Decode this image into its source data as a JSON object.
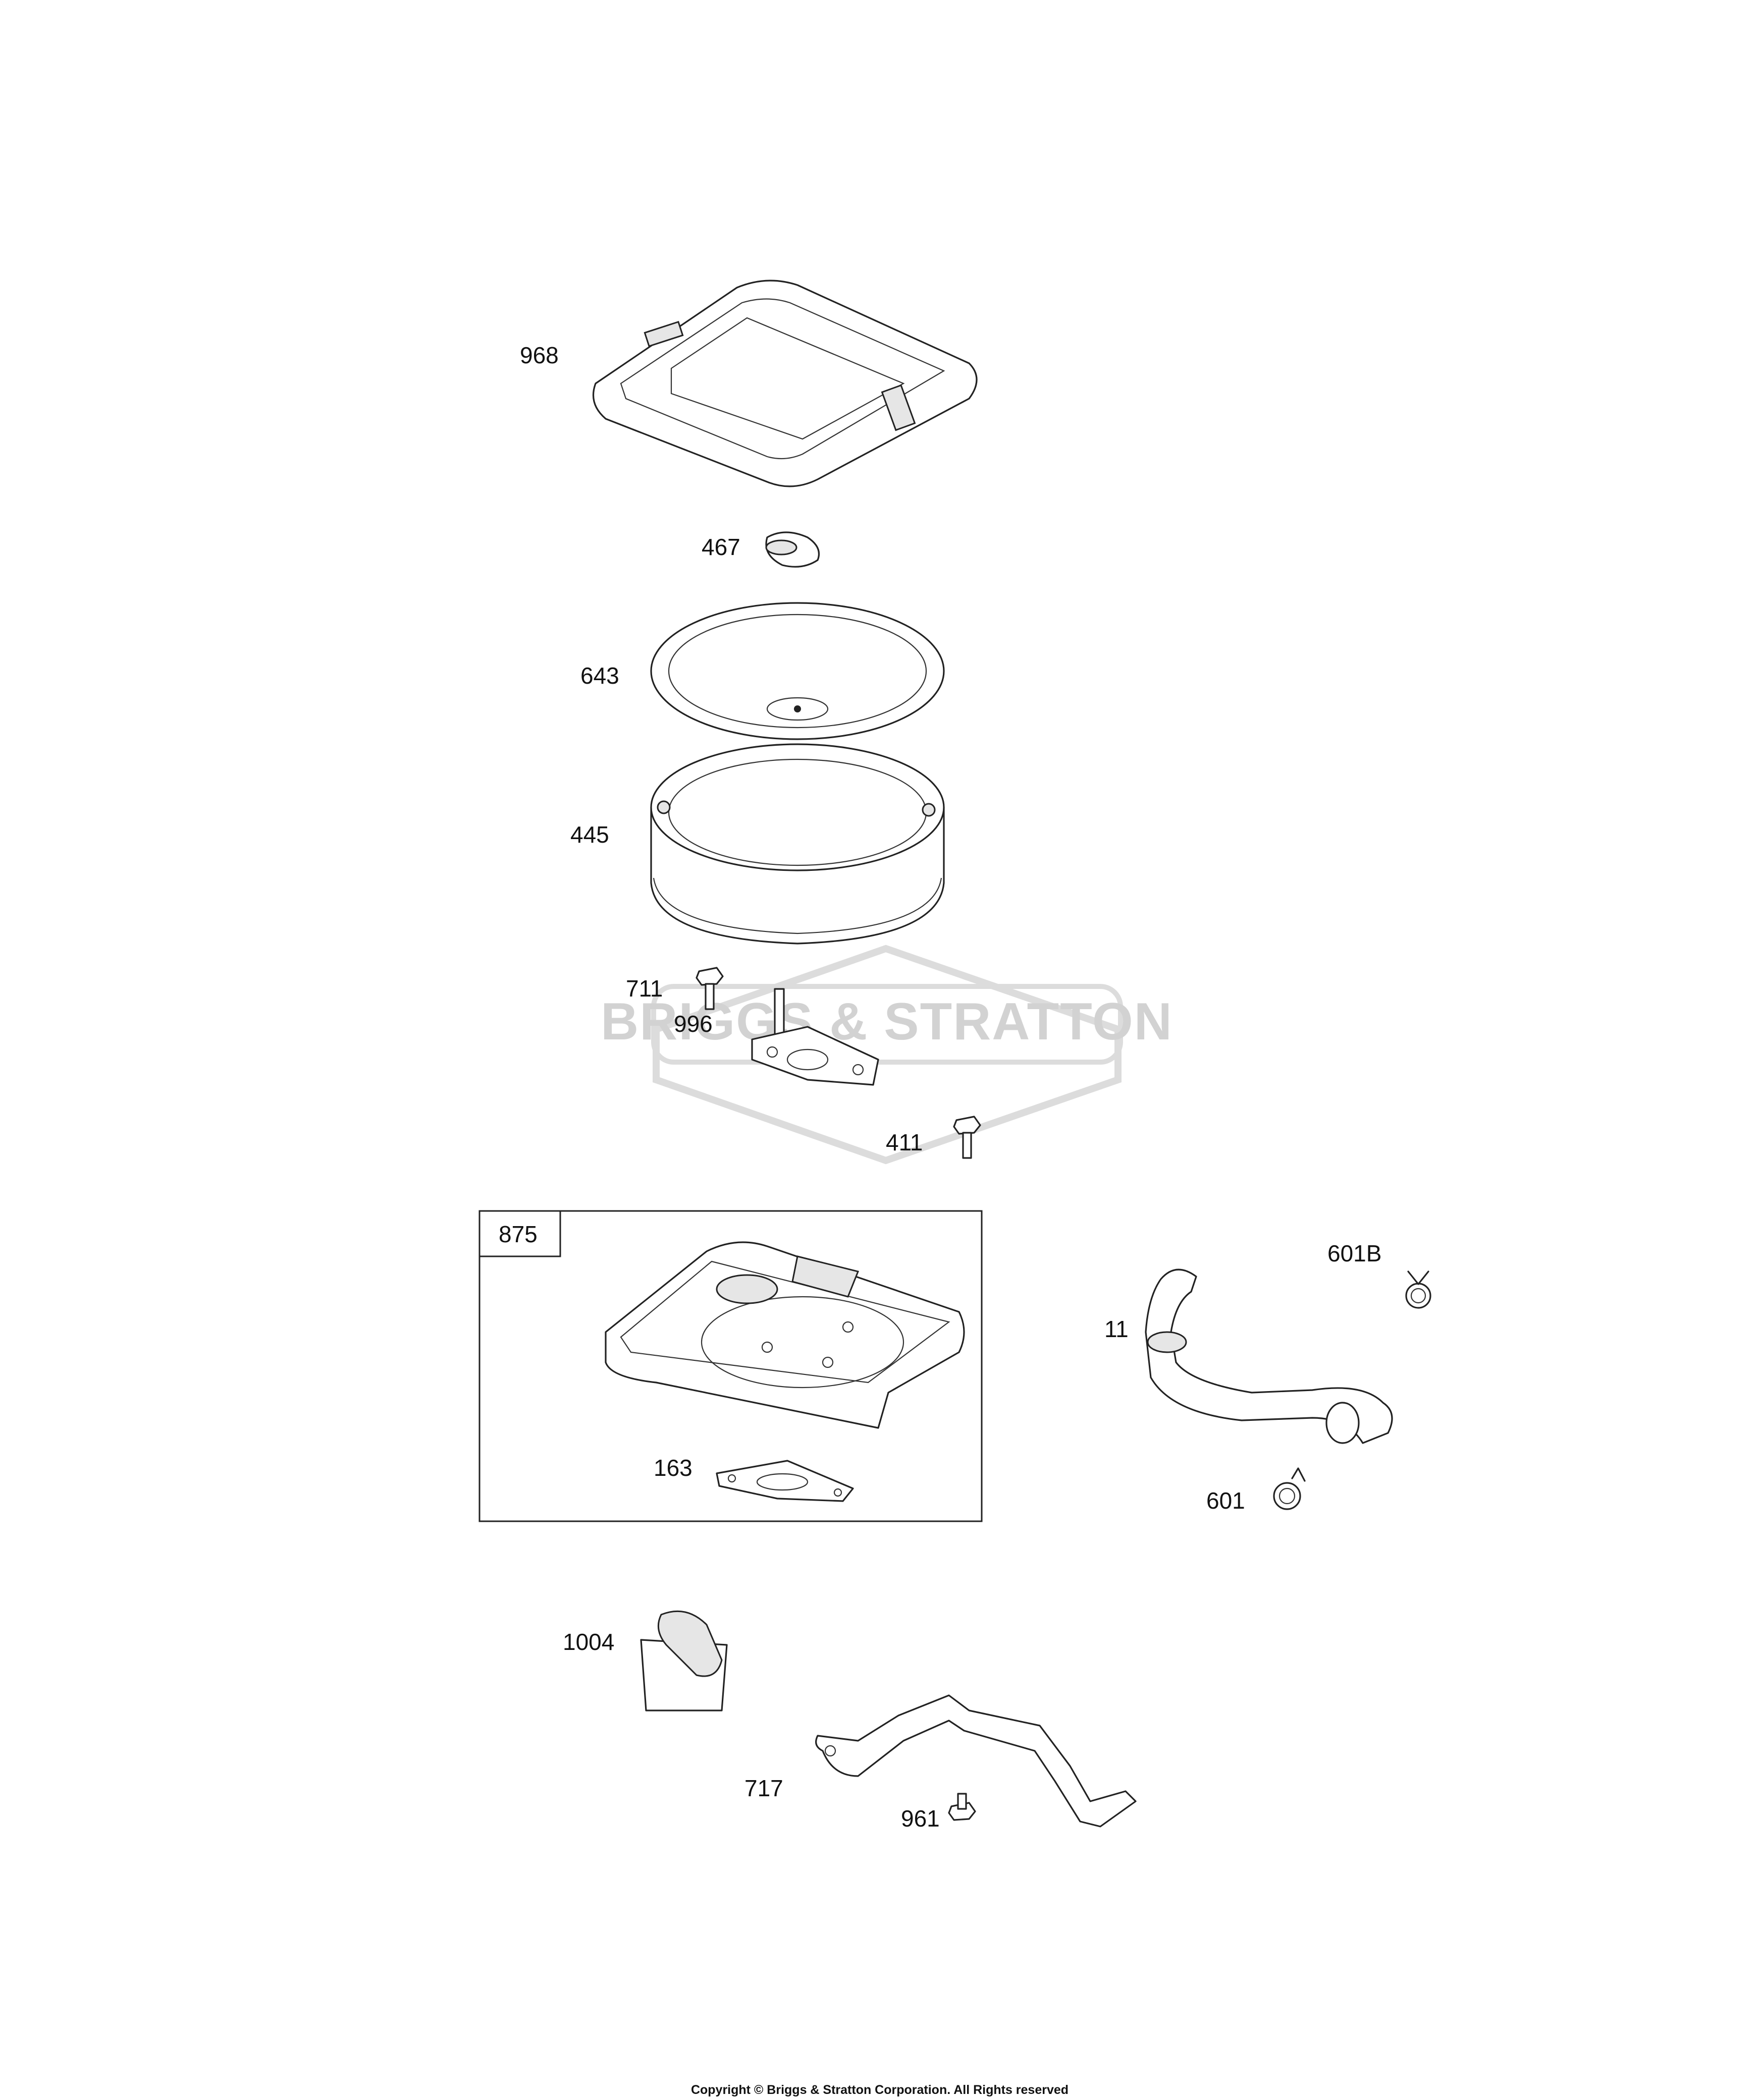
{
  "diagram": {
    "watermark": "BRIGGS & STRATTON",
    "copyright": "Copyright © Briggs & Stratton Corporation. All Rights reserved"
  },
  "callouts": {
    "p968": "968",
    "p467": "467",
    "p643": "643",
    "p445": "445",
    "p711": "711",
    "p996": "996",
    "p411": "411",
    "p875": "875",
    "p163": "163",
    "p601B": "601B",
    "p11": "11",
    "p601": "601",
    "p1004": "1004",
    "p717": "717",
    "p961": "961"
  }
}
